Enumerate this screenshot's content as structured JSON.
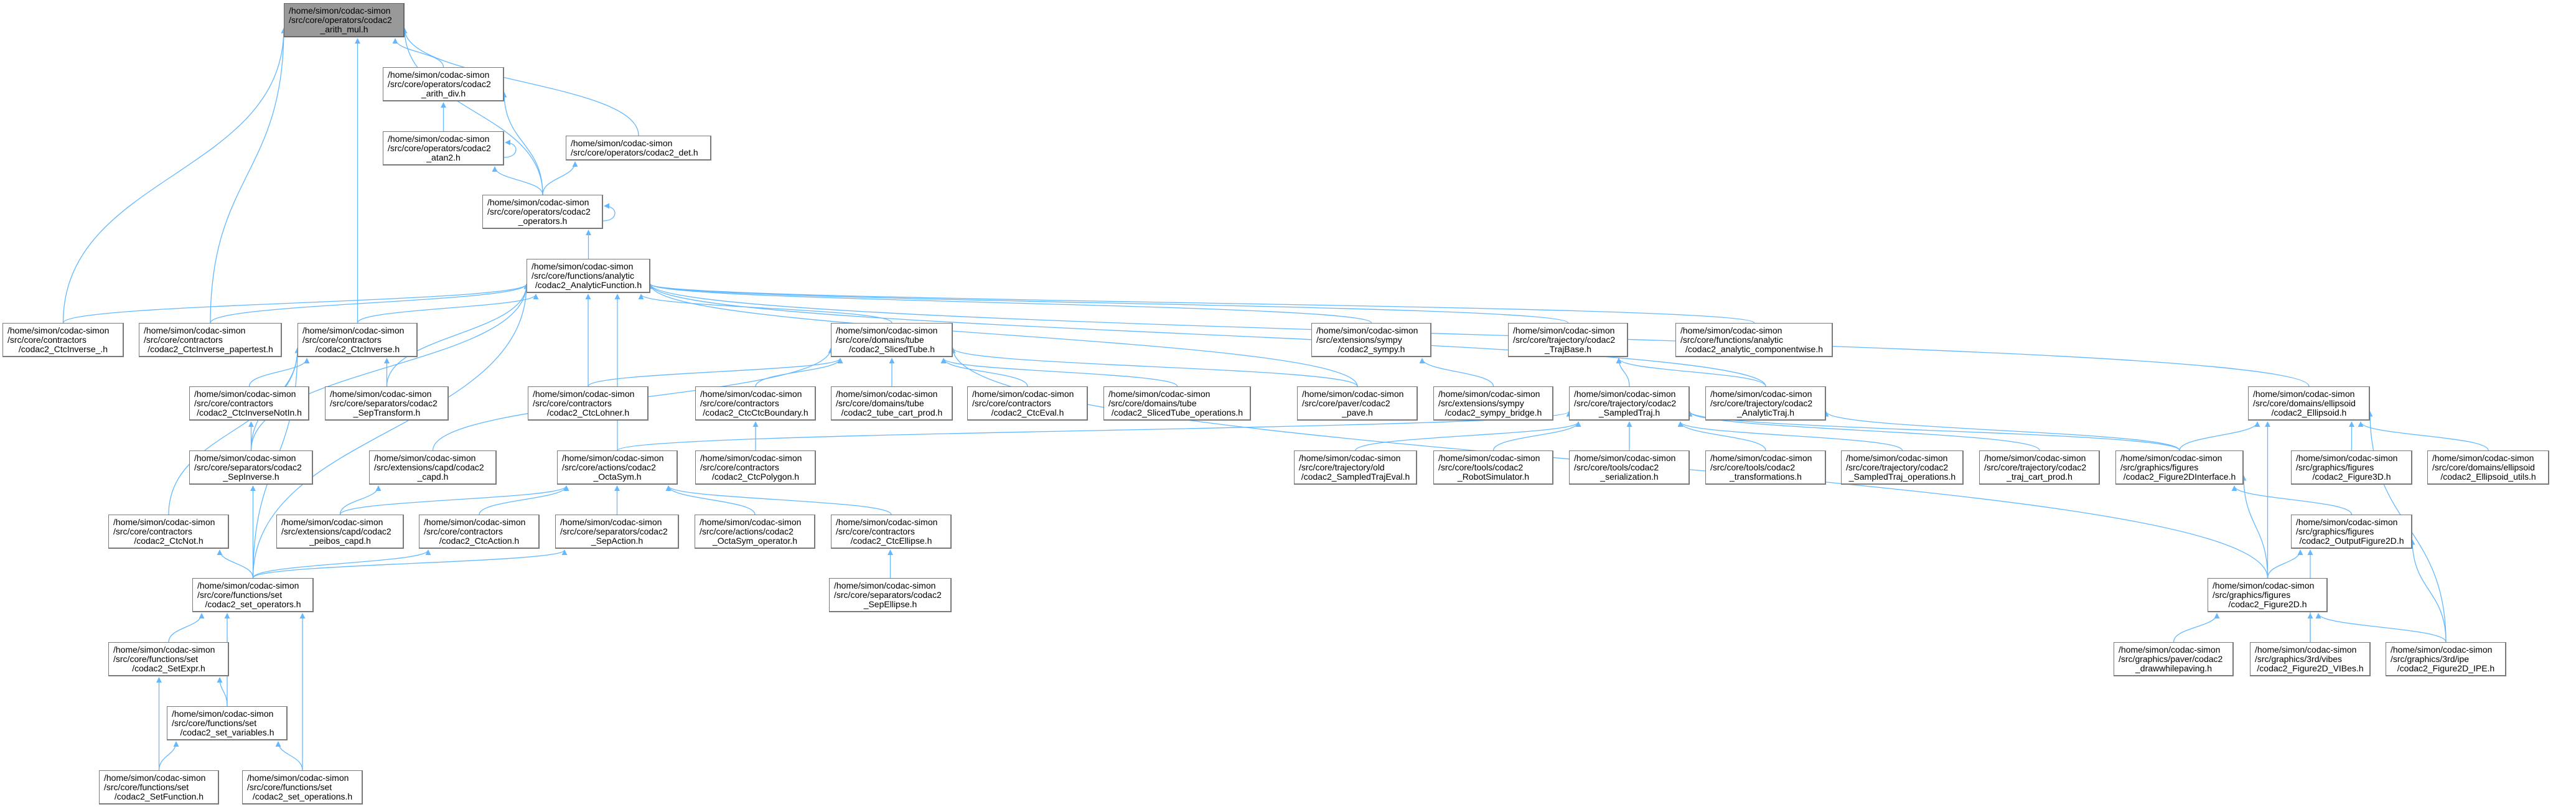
{
  "graph": {
    "root": "arith_mul",
    "colors": {
      "edge": "#63b8ff",
      "root_fill": "#999999",
      "node_fill": "#ffffff",
      "border": "#7a7a7a"
    },
    "nodes": [
      {
        "id": "arith_mul",
        "lines": [
          "/home/simon/codac-simon",
          "/src/core/operators/codac2",
          "_arith_mul.h"
        ]
      },
      {
        "id": "arith_div",
        "lines": [
          "/home/simon/codac-simon",
          "/src/core/operators/codac2",
          "_arith_div.h"
        ]
      },
      {
        "id": "atan2",
        "lines": [
          "/home/simon/codac-simon",
          "/src/core/operators/codac2",
          "_atan2.h"
        ]
      },
      {
        "id": "det",
        "lines": [
          "/home/simon/codac-simon",
          "/src/core/operators/codac2_det.h"
        ]
      },
      {
        "id": "operators",
        "lines": [
          "/home/simon/codac-simon",
          "/src/core/operators/codac2",
          "_operators.h"
        ]
      },
      {
        "id": "AnalyticFunction",
        "lines": [
          "/home/simon/codac-simon",
          "/src/core/functions/analytic",
          "/codac2_AnalyticFunction.h"
        ]
      },
      {
        "id": "CtcInverse_",
        "lines": [
          "/home/simon/codac-simon",
          "/src/core/contractors",
          "/codac2_CtcInverse_.h"
        ]
      },
      {
        "id": "CtcInverse_papertest",
        "lines": [
          "/home/simon/codac-simon",
          "/src/core/contractors",
          "/codac2_CtcInverse_papertest.h"
        ]
      },
      {
        "id": "CtcInverse",
        "lines": [
          "/home/simon/codac-simon",
          "/src/core/contractors",
          "/codac2_CtcInverse.h"
        ]
      },
      {
        "id": "SlicedTube",
        "lines": [
          "/home/simon/codac-simon",
          "/src/core/domains/tube",
          "/codac2_SlicedTube.h"
        ]
      },
      {
        "id": "sympy",
        "lines": [
          "/home/simon/codac-simon",
          "/src/extensions/sympy",
          "/codac2_sympy.h"
        ]
      },
      {
        "id": "TrajBase",
        "lines": [
          "/home/simon/codac-simon",
          "/src/core/trajectory/codac2",
          "_TrajBase.h"
        ]
      },
      {
        "id": "componentwise",
        "lines": [
          "/home/simon/codac-simon",
          "/src/core/functions/analytic",
          "/codac2_analytic_componentwise.h"
        ]
      },
      {
        "id": "CtcInverseNotIn",
        "lines": [
          "/home/simon/codac-simon",
          "/src/core/contractors",
          "/codac2_CtcInverseNotIn.h"
        ]
      },
      {
        "id": "SepTransform",
        "lines": [
          "/home/simon/codac-simon",
          "/src/core/separators/codac2",
          "_SepTransform.h"
        ]
      },
      {
        "id": "CtcLohner",
        "lines": [
          "/home/simon/codac-simon",
          "/src/core/contractors",
          "/codac2_CtcLohner.h"
        ]
      },
      {
        "id": "CtcCtcBoundary",
        "lines": [
          "/home/simon/codac-simon",
          "/src/core/contractors",
          "/codac2_CtcCtcBoundary.h"
        ]
      },
      {
        "id": "tube_cart_prod",
        "lines": [
          "/home/simon/codac-simon",
          "/src/core/domains/tube",
          "/codac2_tube_cart_prod.h"
        ]
      },
      {
        "id": "CtcEval",
        "lines": [
          "/home/simon/codac-simon",
          "/src/core/contractors",
          "/codac2_CtcEval.h"
        ]
      },
      {
        "id": "SlicedTube_operations",
        "lines": [
          "/home/simon/codac-simon",
          "/src/core/domains/tube",
          "/codac2_SlicedTube_operations.h"
        ]
      },
      {
        "id": "pave",
        "lines": [
          "/home/simon/codac-simon",
          "/src/core/paver/codac2",
          "_pave.h"
        ]
      },
      {
        "id": "sympy_bridge",
        "lines": [
          "/home/simon/codac-simon",
          "/src/extensions/sympy",
          "/codac2_sympy_bridge.h"
        ]
      },
      {
        "id": "SampledTraj",
        "lines": [
          "/home/simon/codac-simon",
          "/src/core/trajectory/codac2",
          "_SampledTraj.h"
        ]
      },
      {
        "id": "AnalyticTraj",
        "lines": [
          "/home/simon/codac-simon",
          "/src/core/trajectory/codac2",
          "_AnalyticTraj.h"
        ]
      },
      {
        "id": "Ellipsoid",
        "lines": [
          "/home/simon/codac-simon",
          "/src/core/domains/ellipsoid",
          "/codac2_Ellipsoid.h"
        ]
      },
      {
        "id": "SepInverse",
        "lines": [
          "/home/simon/codac-simon",
          "/src/core/separators/codac2",
          "_SepInverse.h"
        ]
      },
      {
        "id": "capd",
        "lines": [
          "/home/simon/codac-simon",
          "/src/extensions/capd/codac2",
          "_capd.h"
        ]
      },
      {
        "id": "OctaSym",
        "lines": [
          "/home/simon/codac-simon",
          "/src/core/actions/codac2",
          "_OctaSym.h"
        ]
      },
      {
        "id": "CtcPolygon",
        "lines": [
          "/home/simon/codac-simon",
          "/src/core/contractors",
          "/codac2_CtcPolygon.h"
        ]
      },
      {
        "id": "SampledTrajEval",
        "lines": [
          "/home/simon/codac-simon",
          "/src/core/trajectory/old",
          "/codac2_SampledTrajEval.h"
        ]
      },
      {
        "id": "RobotSimulator",
        "lines": [
          "/home/simon/codac-simon",
          "/src/core/tools/codac2",
          "_RobotSimulator.h"
        ]
      },
      {
        "id": "serialization",
        "lines": [
          "/home/simon/codac-simon",
          "/src/core/tools/codac2",
          "_serialization.h"
        ]
      },
      {
        "id": "transformations",
        "lines": [
          "/home/simon/codac-simon",
          "/src/core/tools/codac2",
          "_transformations.h"
        ]
      },
      {
        "id": "SampledTraj_operations",
        "lines": [
          "/home/simon/codac-simon",
          "/src/core/trajectory/codac2",
          "_SampledTraj_operations.h"
        ]
      },
      {
        "id": "traj_cart_prod",
        "lines": [
          "/home/simon/codac-simon",
          "/src/core/trajectory/codac2",
          "_traj_cart_prod.h"
        ]
      },
      {
        "id": "Figure2DInterface",
        "lines": [
          "/home/simon/codac-simon",
          "/src/graphics/figures",
          "/codac2_Figure2DInterface.h"
        ]
      },
      {
        "id": "Figure3D",
        "lines": [
          "/home/simon/codac-simon",
          "/src/graphics/figures",
          "/codac2_Figure3D.h"
        ]
      },
      {
        "id": "Ellipsoid_utils",
        "lines": [
          "/home/simon/codac-simon",
          "/src/core/domains/ellipsoid",
          "/codac2_Ellipsoid_utils.h"
        ]
      },
      {
        "id": "CtcNot",
        "lines": [
          "/home/simon/codac-simon",
          "/src/core/contractors",
          "/codac2_CtcNot.h"
        ]
      },
      {
        "id": "peibos_capd",
        "lines": [
          "/home/simon/codac-simon",
          "/src/extensions/capd/codac2",
          "_peibos_capd.h"
        ]
      },
      {
        "id": "CtcAction",
        "lines": [
          "/home/simon/codac-simon",
          "/src/core/contractors",
          "/codac2_CtcAction.h"
        ]
      },
      {
        "id": "SepAction",
        "lines": [
          "/home/simon/codac-simon",
          "/src/core/separators/codac2",
          "_SepAction.h"
        ]
      },
      {
        "id": "OctaSym_operator",
        "lines": [
          "/home/simon/codac-simon",
          "/src/core/actions/codac2",
          "_OctaSym_operator.h"
        ]
      },
      {
        "id": "CtcEllipse",
        "lines": [
          "/home/simon/codac-simon",
          "/src/core/contractors",
          "/codac2_CtcEllipse.h"
        ]
      },
      {
        "id": "OutputFigure2D",
        "lines": [
          "/home/simon/codac-simon",
          "/src/graphics/figures",
          "/codac2_OutputFigure2D.h"
        ]
      },
      {
        "id": "set_operators",
        "lines": [
          "/home/simon/codac-simon",
          "/src/core/functions/set",
          "/codac2_set_operators.h"
        ]
      },
      {
        "id": "SepEllipse",
        "lines": [
          "/home/simon/codac-simon",
          "/src/core/separators/codac2",
          "_SepEllipse.h"
        ]
      },
      {
        "id": "Figure2D",
        "lines": [
          "/home/simon/codac-simon",
          "/src/graphics/figures",
          "/codac2_Figure2D.h"
        ]
      },
      {
        "id": "SetExpr",
        "lines": [
          "/home/simon/codac-simon",
          "/src/core/functions/set",
          "/codac2_SetExpr.h"
        ]
      },
      {
        "id": "drawwhilepaving",
        "lines": [
          "/home/simon/codac-simon",
          "/src/graphics/paver/codac2",
          "_drawwhilepaving.h"
        ]
      },
      {
        "id": "Figure2D_VIBes",
        "lines": [
          "/home/simon/codac-simon",
          "/src/graphics/3rd/vibes",
          "/codac2_Figure2D_VIBes.h"
        ]
      },
      {
        "id": "Figure2D_IPE",
        "lines": [
          "/home/simon/codac-simon",
          "/src/graphics/3rd/ipe",
          "/codac2_Figure2D_IPE.h"
        ]
      },
      {
        "id": "set_variables",
        "lines": [
          "/home/simon/codac-simon",
          "/src/core/functions/set",
          "/codac2_set_variables.h"
        ]
      },
      {
        "id": "SetFunction",
        "lines": [
          "/home/simon/codac-simon",
          "/src/core/functions/set",
          "/codac2_SetFunction.h"
        ]
      },
      {
        "id": "set_operations",
        "lines": [
          "/home/simon/codac-simon",
          "/src/core/functions/set",
          "/codac2_set_operations.h"
        ]
      }
    ],
    "edges": [
      [
        "CtcInverse_",
        "arith_mul"
      ],
      [
        "CtcInverse_papertest",
        "arith_mul"
      ],
      [
        "CtcInverse",
        "arith_mul"
      ],
      [
        "arith_div",
        "arith_mul"
      ],
      [
        "operators",
        "arith_mul"
      ],
      [
        "det",
        "arith_mul"
      ],
      [
        "atan2",
        "arith_div"
      ],
      [
        "operators",
        "arith_div"
      ],
      [
        "atan2",
        "atan2"
      ],
      [
        "operators",
        "atan2"
      ],
      [
        "operators",
        "det"
      ],
      [
        "operators",
        "operators"
      ],
      [
        "AnalyticFunction",
        "operators"
      ],
      [
        "CtcInverse_",
        "AnalyticFunction"
      ],
      [
        "CtcInverse_papertest",
        "AnalyticFunction"
      ],
      [
        "CtcInverse",
        "AnalyticFunction"
      ],
      [
        "SepTransform",
        "AnalyticFunction"
      ],
      [
        "SepInverse",
        "AnalyticFunction"
      ],
      [
        "OctaSym",
        "AnalyticFunction"
      ],
      [
        "CtcLohner",
        "AnalyticFunction"
      ],
      [
        "SlicedTube",
        "AnalyticFunction"
      ],
      [
        "pave",
        "AnalyticFunction"
      ],
      [
        "sympy",
        "AnalyticFunction"
      ],
      [
        "TrajBase",
        "AnalyticFunction"
      ],
      [
        "AnalyticTraj",
        "AnalyticFunction"
      ],
      [
        "componentwise",
        "AnalyticFunction"
      ],
      [
        "Ellipsoid",
        "AnalyticFunction"
      ],
      [
        "set_operators",
        "AnalyticFunction"
      ],
      [
        "CtcInverseNotIn",
        "CtcInverse"
      ],
      [
        "SepTransform",
        "CtcInverse"
      ],
      [
        "SepInverse",
        "CtcInverse"
      ],
      [
        "CtcNot",
        "CtcInverse"
      ],
      [
        "set_operators",
        "CtcInverse"
      ],
      [
        "SepInverse",
        "CtcInverseNotIn"
      ],
      [
        "tube_cart_prod",
        "SlicedTube"
      ],
      [
        "CtcEval",
        "SlicedTube"
      ],
      [
        "SlicedTube_operations",
        "SlicedTube"
      ],
      [
        "pave",
        "SlicedTube"
      ],
      [
        "CtcLohner",
        "SlicedTube"
      ],
      [
        "CtcCtcBoundary",
        "SlicedTube"
      ],
      [
        "capd",
        "SlicedTube"
      ],
      [
        "Figure2D",
        "SlicedTube"
      ],
      [
        "CtcPolygon",
        "CtcCtcBoundary"
      ],
      [
        "peibos_capd",
        "capd"
      ],
      [
        "peibos_capd",
        "OctaSym"
      ],
      [
        "CtcAction",
        "OctaSym"
      ],
      [
        "SepAction",
        "OctaSym"
      ],
      [
        "OctaSym_operator",
        "OctaSym"
      ],
      [
        "CtcEllipse",
        "OctaSym"
      ],
      [
        "OctaSym",
        "SampledTraj"
      ],
      [
        "SepEllipse",
        "CtcEllipse"
      ],
      [
        "set_operators",
        "SepInverse"
      ],
      [
        "set_operators",
        "CtcNot"
      ],
      [
        "set_operators",
        "CtcAction"
      ],
      [
        "set_operators",
        "SepAction"
      ],
      [
        "SetExpr",
        "set_operators"
      ],
      [
        "set_variables",
        "set_operators"
      ],
      [
        "set_operations",
        "set_operators"
      ],
      [
        "set_variables",
        "SetExpr"
      ],
      [
        "SetFunction",
        "SetExpr"
      ],
      [
        "SetFunction",
        "set_variables"
      ],
      [
        "set_operations",
        "set_variables"
      ],
      [
        "sympy_bridge",
        "sympy"
      ],
      [
        "SampledTraj",
        "TrajBase"
      ],
      [
        "AnalyticTraj",
        "TrajBase"
      ],
      [
        "SampledTrajEval",
        "SampledTraj"
      ],
      [
        "RobotSimulator",
        "SampledTraj"
      ],
      [
        "serialization",
        "SampledTraj"
      ],
      [
        "transformations",
        "SampledTraj"
      ],
      [
        "SampledTraj_operations",
        "SampledTraj"
      ],
      [
        "traj_cart_prod",
        "SampledTraj"
      ],
      [
        "Figure2DInterface",
        "SampledTraj"
      ],
      [
        "Figure2DInterface",
        "AnalyticTraj"
      ],
      [
        "Figure2DInterface",
        "Ellipsoid"
      ],
      [
        "Figure2D",
        "Ellipsoid"
      ],
      [
        "Figure3D",
        "Ellipsoid"
      ],
      [
        "Ellipsoid_utils",
        "Ellipsoid"
      ],
      [
        "Figure2D_IPE",
        "Ellipsoid"
      ],
      [
        "Figure2D",
        "Figure2DInterface"
      ],
      [
        "OutputFigure2D",
        "Figure2DInterface"
      ],
      [
        "Figure2D",
        "OutputFigure2D"
      ],
      [
        "Figure2D_VIBes",
        "OutputFigure2D"
      ],
      [
        "Figure2D_IPE",
        "OutputFigure2D"
      ],
      [
        "drawwhilepaving",
        "Figure2D"
      ],
      [
        "Figure2D_VIBes",
        "Figure2D"
      ],
      [
        "Figure2D_IPE",
        "Figure2D"
      ]
    ]
  }
}
